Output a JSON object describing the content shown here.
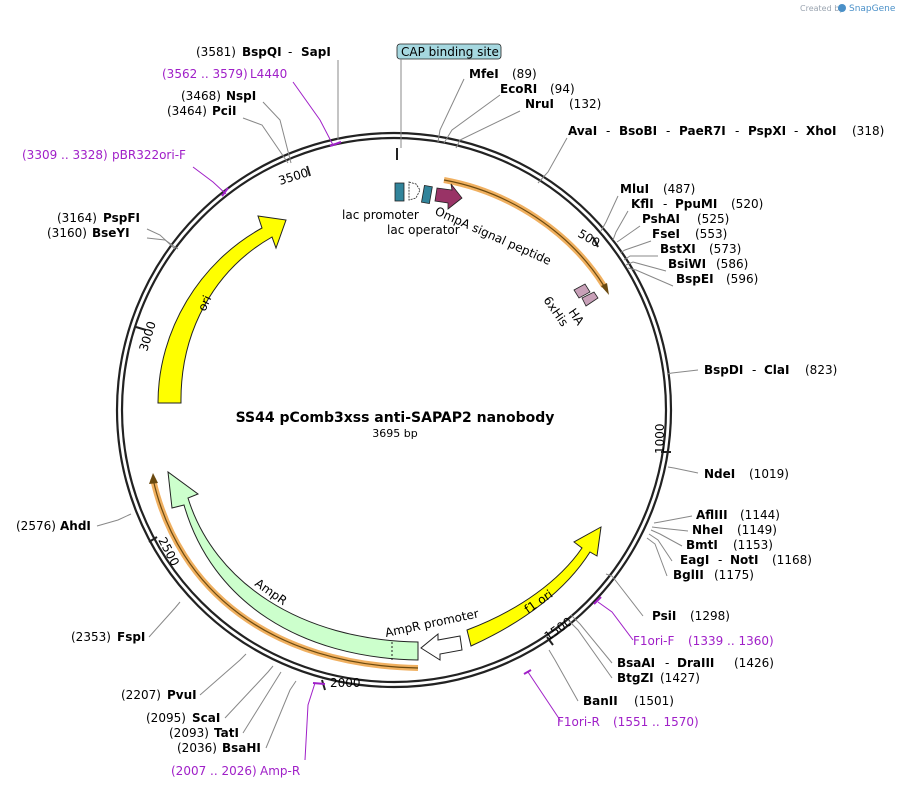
{
  "credit": {
    "prefix": "Created by",
    "brand": "SnapGene"
  },
  "map": {
    "title": "SS44 pComb3xss anti-SAPAP2 nanobody",
    "length_label": "3695 bp",
    "ticks": [
      "500",
      "1000",
      "1500",
      "2000",
      "2500",
      "3000",
      "3500"
    ]
  },
  "features": {
    "cap": "CAP binding site",
    "lac_promoter": "lac promoter",
    "lac_operator": "lac operator",
    "ompa": "OmpA signal peptide",
    "his": "6xHis",
    "ha": "HA",
    "ori": "ori",
    "ampr": "AmpR",
    "ampr_promoter": "AmpR promoter",
    "f1ori": "f1 ori"
  },
  "sites": [
    {
      "pos": "(3581)",
      "name": "BspQI",
      "name2": "SapI"
    },
    {
      "pos": "(3468)",
      "name": "NspI"
    },
    {
      "pos": "(3464)",
      "name": "PciI"
    },
    {
      "pos": "(3164)",
      "name": "PspFI"
    },
    {
      "pos": "(3160)",
      "name": "BseYI"
    },
    {
      "pos": "(89)",
      "name": "MfeI"
    },
    {
      "pos": "(94)",
      "name": "EcoRI"
    },
    {
      "pos": "(132)",
      "name": "NruI"
    },
    {
      "pos": "(318)",
      "name": "AvaI",
      "name2": "BsoBI",
      "name3": "PaeR7I",
      "name4": "PspXI",
      "name5": "XhoI"
    },
    {
      "pos": "(487)",
      "name": "MluI"
    },
    {
      "pos": "(520)",
      "name": "KflI",
      "name2": "PpuMI"
    },
    {
      "pos": "(525)",
      "name": "PshAI"
    },
    {
      "pos": "(553)",
      "name": "FseI"
    },
    {
      "pos": "(573)",
      "name": "BstXI"
    },
    {
      "pos": "(586)",
      "name": "BsiWI"
    },
    {
      "pos": "(596)",
      "name": "BspEI"
    },
    {
      "pos": "(823)",
      "name": "BspDI",
      "name2": "ClaI"
    },
    {
      "pos": "(1019)",
      "name": "NdeI"
    },
    {
      "pos": "(1144)",
      "name": "AflIII"
    },
    {
      "pos": "(1149)",
      "name": "NheI"
    },
    {
      "pos": "(1153)",
      "name": "BmtI"
    },
    {
      "pos": "(1168)",
      "name": "EagI",
      "name2": "NotI"
    },
    {
      "pos": "(1175)",
      "name": "BglII"
    },
    {
      "pos": "(1298)",
      "name": "PsiI"
    },
    {
      "pos": "(1426)",
      "name": "BsaAI",
      "name2": "DraIII"
    },
    {
      "pos": "(1427)",
      "name": "BtgZI"
    },
    {
      "pos": "(1501)",
      "name": "BanII"
    },
    {
      "pos": "(2576)",
      "name": "AhdI"
    },
    {
      "pos": "(2353)",
      "name": "FspI"
    },
    {
      "pos": "(2207)",
      "name": "PvuI"
    },
    {
      "pos": "(2095)",
      "name": "ScaI"
    },
    {
      "pos": "(2093)",
      "name": "TatI"
    },
    {
      "pos": "(2036)",
      "name": "BsaHI"
    }
  ],
  "primers": [
    {
      "range": "(3562 .. 3579)",
      "name": "L4440"
    },
    {
      "range": "(3309 .. 3328)",
      "name": "pBR322ori-F"
    },
    {
      "range": "(1339 .. 1360)",
      "name": "F1ori-F"
    },
    {
      "range": "(1551 .. 1570)",
      "name": "F1ori-R"
    },
    {
      "range": "(2007 .. 2026)",
      "name": "Amp-R"
    }
  ],
  "colors": {
    "ori": "#ffff00",
    "ampr": "#ccffcc",
    "f1ori": "#ffff00",
    "ompa": "#993366",
    "lac_promoter": "#31849b",
    "tag": "#c8a0b8",
    "cap_box": "#a6d8e0",
    "primer": "#a020c8",
    "orange_track": "#f0b060"
  }
}
